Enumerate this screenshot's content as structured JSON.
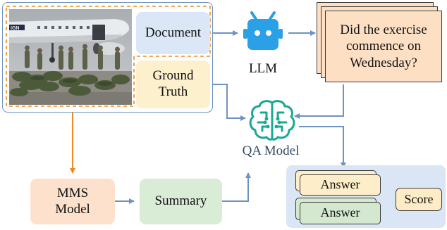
{
  "input_panel": {
    "photo_alt": "Soldiers loading green duffel bags onto a military transport aircraft on a tarmac",
    "document_label": "Document",
    "ground_truth_label": "Ground Truth"
  },
  "llm": {
    "label": "LLM",
    "icon": "robot-icon"
  },
  "question_card": {
    "text": "Did the exercise commence on Wednesday?"
  },
  "qa_model": {
    "label": "QA Model",
    "icon": "brain-circuit-icon"
  },
  "mms_model": {
    "label": "MMS Model"
  },
  "summary": {
    "label": "Summary"
  },
  "scoring_panel": {
    "answer_top": "Answer",
    "answer_bottom": "Answer",
    "score_label": "Score"
  },
  "colors": {
    "arrow_blue": "#6d93c4",
    "arrow_orange": "#f08a1c",
    "document_fill": "#dbe7f7",
    "ground_truth_fill": "#fdf0cc",
    "question_fill": "#fde0c4",
    "mms_fill": "#fde1cd",
    "summary_fill": "#d9ecd6",
    "scoring_panel_fill": "#dae5f6",
    "answer_top_fill": "#fdedc8",
    "answer_bottom_fill": "#d3e8cf",
    "score_fill": "#fdecc6",
    "llm_icon": "#2aa0e6",
    "qa_icon": "#1aa892"
  }
}
